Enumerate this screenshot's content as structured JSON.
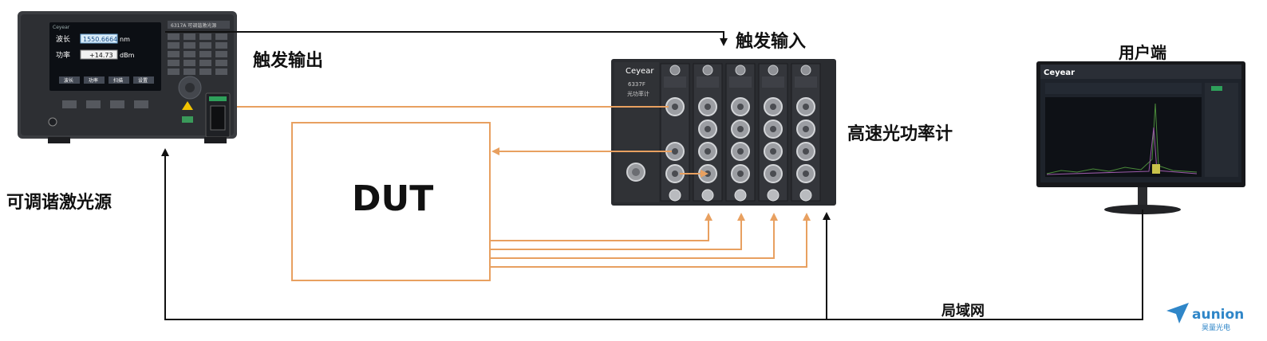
{
  "labels": {
    "trigger_out": "触发输出",
    "trigger_in": "触发输入",
    "laser_source": "可调谐激光源",
    "power_meter": "高速光功率计",
    "user_terminal": "用户端",
    "dut": "DUT",
    "lan": "局域网"
  },
  "laser_device": {
    "brand": "Ceyear",
    "model_badge": "6317A 可调谐激光源",
    "wavelength_label": "波长",
    "wavelength_value": "1550.6664",
    "wavelength_unit": "nm",
    "power_label": "功率",
    "power_value": "+14.73",
    "power_unit": "dBm",
    "softkeys": [
      "波长",
      "功率",
      "扫描",
      "设置"
    ]
  },
  "meter_device": {
    "brand": "Ceyear",
    "model": "6337F",
    "name": "光功率计"
  },
  "monitor": {
    "brand": "Ceyear"
  },
  "logo": {
    "name": "aunion",
    "sub": "昊量光电"
  },
  "colors": {
    "optical": "#e8a060",
    "electrical": "#111111",
    "device_dark": "#2a2c30"
  }
}
